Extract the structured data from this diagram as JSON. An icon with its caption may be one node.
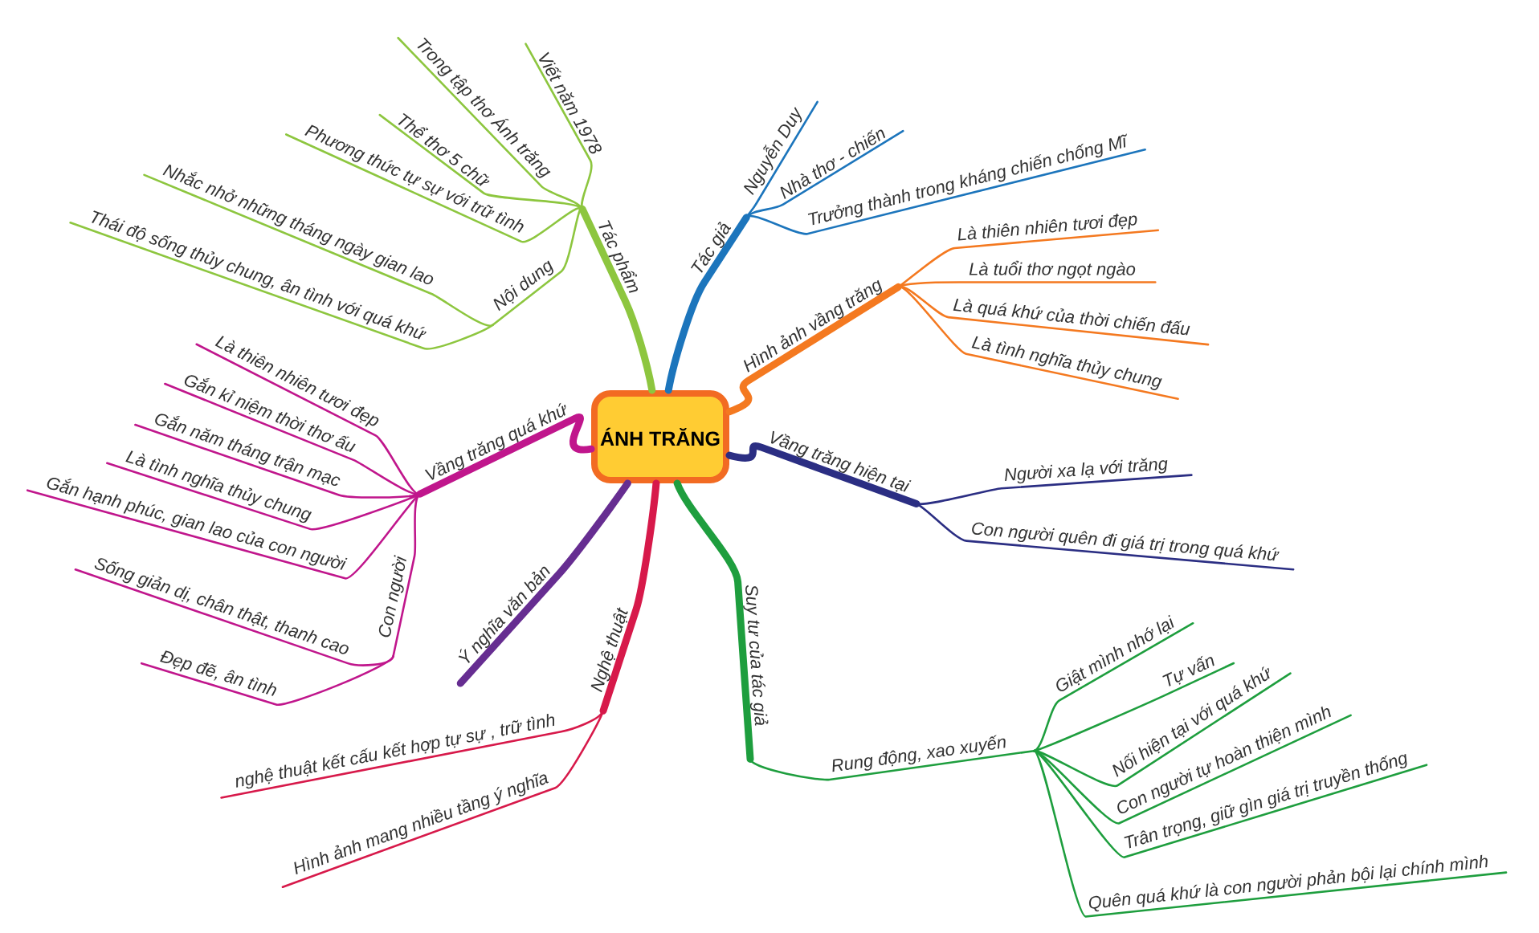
{
  "diagram": {
    "nodes": [
      {
        "text": [
          "ÁNH TRĂNG"
        ]
      },
      {
        "text": [
          "Tác phẩm"
        ]
      },
      {
        "text": [
          "Viết năm 1978"
        ]
      },
      {
        "text": [
          "Trong tập thơ Ánh trăng"
        ]
      },
      {
        "text": [
          "Thể thơ 5 chữ"
        ]
      },
      {
        "text": [
          "Phương thức tự sự với trữ tình"
        ]
      },
      {
        "text": [
          "Nội dung"
        ]
      },
      {
        "text": [
          "Nhắc nhở những tháng ngày gian lao"
        ]
      },
      {
        "text": [
          "Thái độ sống thủy chung, ân tình với quá khứ"
        ]
      },
      {
        "text": [
          "Tác giả"
        ]
      },
      {
        "text": [
          "Nguyễn Duy"
        ]
      },
      {
        "text": [
          "Nhà thơ - chiến"
        ]
      },
      {
        "text": [
          "Trưởng thành trong kháng chiến chống Mĩ"
        ]
      },
      {
        "text": [
          "Hình ảnh vầng trăng"
        ]
      },
      {
        "text": [
          "Là thiên nhiên tươi đẹp"
        ]
      },
      {
        "text": [
          "Là tuổi thơ ngọt ngào"
        ]
      },
      {
        "text": [
          "Là quá khứ của thời chiến đấu"
        ]
      },
      {
        "text": [
          "Là tình nghĩa thủy chung"
        ]
      },
      {
        "text": [
          "Vầng trăng hiện tại"
        ]
      },
      {
        "text": [
          "Người xa lạ với trăng"
        ]
      },
      {
        "text": [
          "Con người quên đi giá trị trong quá khứ"
        ]
      },
      {
        "text": [
          "Suy tư của tác giả"
        ]
      },
      {
        "text": [
          "Rung động, xao xuyến"
        ]
      },
      {
        "text": [
          "Giật mình nhớ lại"
        ]
      },
      {
        "text": [
          "Tự vấn"
        ]
      },
      {
        "text": [
          "Nối hiện tại với quá khứ"
        ]
      },
      {
        "text": [
          "Con người tự hoàn thiện mình"
        ]
      },
      {
        "text": [
          "Trân trọng, giữ gìn giá trị truyền thống"
        ]
      },
      {
        "text": [
          "Quên quá khứ là con người phản bội lại chính mình"
        ]
      },
      {
        "text": [
          "Vầng trăng quá khứ"
        ]
      },
      {
        "text": [
          "Là thiên nhiên tươi đẹp"
        ]
      },
      {
        "text": [
          "Gắn kỉ niệm thời thơ ấu"
        ]
      },
      {
        "text": [
          "Gắn năm tháng trận mạc"
        ]
      },
      {
        "text": [
          "Là tình nghĩa thủy chung"
        ]
      },
      {
        "text": [
          "Gắn hạnh phúc, gian lao của con người"
        ]
      },
      {
        "text": [
          "Con người"
        ]
      },
      {
        "text": [
          "Sống giản dị, chân thật, thanh cao"
        ]
      },
      {
        "text": [
          "Đẹp đẽ, ân tình"
        ]
      },
      {
        "text": [
          "Ý nghĩa văn bản"
        ]
      },
      {
        "text": [
          "Nghệ thuật"
        ]
      },
      {
        "text": [
          "nghệ thuật kết cấu kết hợp tự sự , trữ tình"
        ]
      },
      {
        "text": [
          "Hình ảnh mang nhiều tầng ý nghĩa"
        ]
      }
    ],
    "edges": [
      {
        "from": 0,
        "to": 1,
        "arrow": "none",
        "style": "thick",
        "color": "#8dc63f"
      },
      {
        "from": 1,
        "to": 2,
        "arrow": "none",
        "color": "#8dc63f"
      },
      {
        "from": 1,
        "to": 3,
        "arrow": "none",
        "color": "#8dc63f"
      },
      {
        "from": 1,
        "to": 4,
        "arrow": "none",
        "color": "#8dc63f"
      },
      {
        "from": 1,
        "to": 5,
        "arrow": "none",
        "color": "#8dc63f"
      },
      {
        "from": 1,
        "to": 6,
        "arrow": "none",
        "color": "#8dc63f"
      },
      {
        "from": 6,
        "to": 7,
        "arrow": "none",
        "color": "#8dc63f"
      },
      {
        "from": 6,
        "to": 8,
        "arrow": "none",
        "color": "#8dc63f"
      },
      {
        "from": 0,
        "to": 9,
        "arrow": "none",
        "style": "thick",
        "color": "#1c75bc"
      },
      {
        "from": 9,
        "to": 10,
        "arrow": "none",
        "color": "#1c75bc"
      },
      {
        "from": 9,
        "to": 11,
        "arrow": "none",
        "color": "#1c75bc"
      },
      {
        "from": 9,
        "to": 12,
        "arrow": "none",
        "color": "#1c75bc"
      },
      {
        "from": 0,
        "to": 13,
        "arrow": "none",
        "style": "thick",
        "color": "#f47920"
      },
      {
        "from": 13,
        "to": 14,
        "arrow": "none",
        "color": "#f47920"
      },
      {
        "from": 13,
        "to": 15,
        "arrow": "none",
        "color": "#f47920"
      },
      {
        "from": 13,
        "to": 16,
        "arrow": "none",
        "color": "#f47920"
      },
      {
        "from": 13,
        "to": 17,
        "arrow": "none",
        "color": "#f47920"
      },
      {
        "from": 0,
        "to": 18,
        "arrow": "none",
        "style": "thick",
        "color": "#2b2e83"
      },
      {
        "from": 18,
        "to": 19,
        "arrow": "none",
        "color": "#2b2e83"
      },
      {
        "from": 18,
        "to": 20,
        "arrow": "none",
        "color": "#2b2e83"
      },
      {
        "from": 0,
        "to": 21,
        "arrow": "none",
        "style": "thick",
        "color": "#1e9e3e"
      },
      {
        "from": 21,
        "to": 22,
        "arrow": "none",
        "color": "#1e9e3e"
      },
      {
        "from": 22,
        "to": 23,
        "arrow": "none",
        "color": "#1e9e3e"
      },
      {
        "from": 22,
        "to": 24,
        "arrow": "none",
        "color": "#1e9e3e"
      },
      {
        "from": 22,
        "to": 25,
        "arrow": "none",
        "color": "#1e9e3e"
      },
      {
        "from": 22,
        "to": 26,
        "arrow": "none",
        "color": "#1e9e3e"
      },
      {
        "from": 22,
        "to": 27,
        "arrow": "none",
        "color": "#1e9e3e"
      },
      {
        "from": 22,
        "to": 28,
        "arrow": "none",
        "color": "#1e9e3e"
      },
      {
        "from": 0,
        "to": 29,
        "arrow": "none",
        "style": "thick",
        "color": "#c0168c"
      },
      {
        "from": 29,
        "to": 30,
        "arrow": "none",
        "color": "#c0168c"
      },
      {
        "from": 29,
        "to": 31,
        "arrow": "none",
        "color": "#c0168c"
      },
      {
        "from": 29,
        "to": 32,
        "arrow": "none",
        "color": "#c0168c"
      },
      {
        "from": 29,
        "to": 33,
        "arrow": "none",
        "color": "#c0168c"
      },
      {
        "from": 29,
        "to": 34,
        "arrow": "none",
        "color": "#c0168c"
      },
      {
        "from": 29,
        "to": 35,
        "arrow": "none",
        "color": "#c0168c"
      },
      {
        "from": 35,
        "to": 36,
        "arrow": "none",
        "color": "#c0168c"
      },
      {
        "from": 35,
        "to": 37,
        "arrow": "none",
        "color": "#c0168c"
      },
      {
        "from": 0,
        "to": 38,
        "arrow": "none",
        "style": "thick",
        "color": "#662d91"
      },
      {
        "from": 0,
        "to": 39,
        "arrow": "none",
        "style": "thick",
        "color": "#d7194a"
      },
      {
        "from": 39,
        "to": 40,
        "arrow": "none",
        "color": "#d7194a"
      },
      {
        "from": 39,
        "to": 41,
        "arrow": "none",
        "color": "#d7194a"
      }
    ]
  }
}
